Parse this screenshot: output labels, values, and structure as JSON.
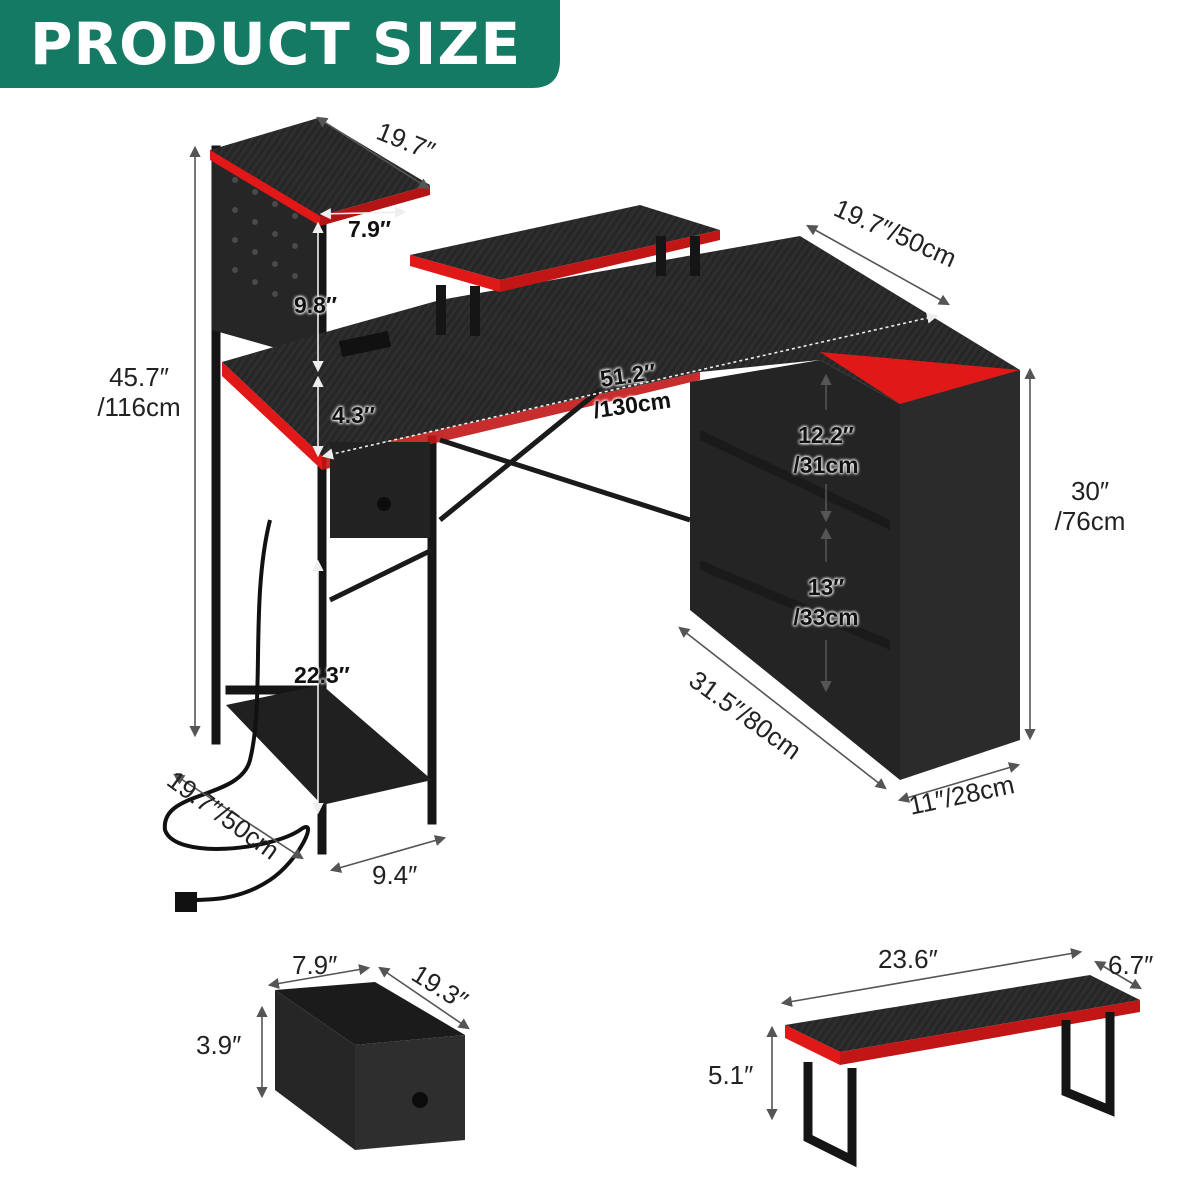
{
  "banner": {
    "title": "PRODUCT SIZE",
    "color": "#147a63"
  },
  "colors": {
    "desk_top": "#2b2b2b",
    "frame": "#1e1e1e",
    "accent_red": "#e01818",
    "dim_line": "#555555"
  },
  "desk": {
    "shelf_depth": "19.7″",
    "shelf_width": "7.9″",
    "shelf_gap": "9.8″",
    "total_height": "45.7″",
    "total_height_cm": "/116cm",
    "top_to_shelf": "4.3″",
    "desk_length": "51.2″",
    "desk_length_cm": "/130cm",
    "desk_depth_right": "19.7″/50cm",
    "cabinet_upper": "12.2″",
    "cabinet_upper_cm": "/31cm",
    "cabinet_lower": "13″",
    "cabinet_lower_cm": "/33cm",
    "desk_height": "30″",
    "desk_height_cm": "/76cm",
    "cabinet_length": "31.5″/80cm",
    "cabinet_width": "11″/28cm",
    "leg_clearance": "22.3″",
    "left_depth": "19.7″/50cm",
    "left_width": "9.4″"
  },
  "drawer": {
    "width": "7.9″",
    "depth": "19.3″",
    "height": "3.9″"
  },
  "monitor_stand": {
    "length": "23.6″",
    "depth": "6.7″",
    "height": "5.1″"
  }
}
